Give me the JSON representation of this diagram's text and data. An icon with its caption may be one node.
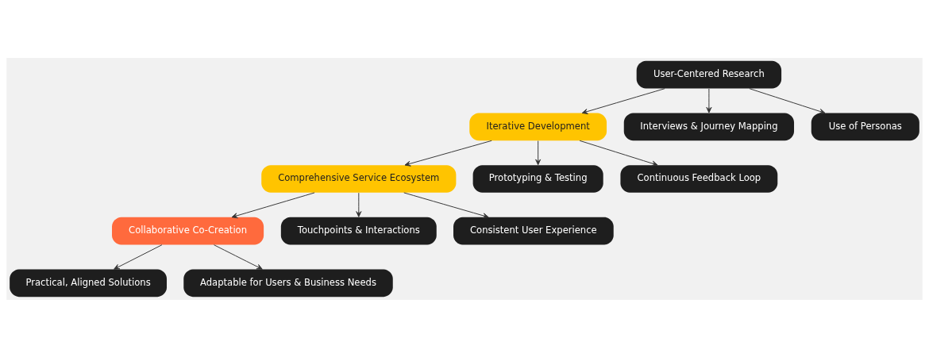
{
  "diagram": {
    "nodes": [
      {
        "text": [
          "User-Centered Research"
        ]
      },
      {
        "text": [
          "Iterative Development"
        ]
      },
      {
        "text": [
          "Interviews & Journey Mapping"
        ]
      },
      {
        "text": [
          "Use of Personas"
        ]
      },
      {
        "text": [
          "Comprehensive Service Ecosystem"
        ]
      },
      {
        "text": [
          "Prototyping & Testing"
        ]
      },
      {
        "text": [
          "Continuous Feedback Loop"
        ]
      },
      {
        "text": [
          "Collaborative Co-Creation"
        ]
      },
      {
        "text": [
          "Touchpoints & Interactions"
        ]
      },
      {
        "text": [
          "Consistent User Experience"
        ]
      },
      {
        "text": [
          "Practical, Aligned Solutions"
        ]
      },
      {
        "text": [
          "Adaptable for Users & Business Needs"
        ]
      }
    ],
    "edges": [
      {
        "from": 0,
        "to": 1,
        "arrow": "to"
      },
      {
        "from": 0,
        "to": 2,
        "arrow": "to"
      },
      {
        "from": 0,
        "to": 3,
        "arrow": "to"
      },
      {
        "from": 1,
        "to": 4,
        "arrow": "to"
      },
      {
        "from": 1,
        "to": 5,
        "arrow": "to"
      },
      {
        "from": 1,
        "to": 6,
        "arrow": "to"
      },
      {
        "from": 4,
        "to": 7,
        "arrow": "to"
      },
      {
        "from": 4,
        "to": 8,
        "arrow": "to"
      },
      {
        "from": 4,
        "to": 9,
        "arrow": "to"
      },
      {
        "from": 7,
        "to": 10,
        "arrow": "to"
      },
      {
        "from": 7,
        "to": 11,
        "arrow": "to"
      }
    ]
  }
}
